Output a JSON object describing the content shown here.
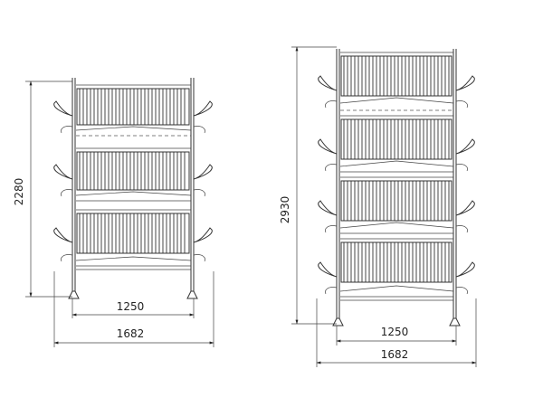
{
  "left_rack": {
    "height_label": "2280",
    "inner_width_label": "1250",
    "outer_width_label": "1682",
    "tiers": 3
  },
  "right_rack": {
    "height_label": "2930",
    "inner_width_label": "1250",
    "outer_width_label": "1682",
    "tiers": 4
  }
}
